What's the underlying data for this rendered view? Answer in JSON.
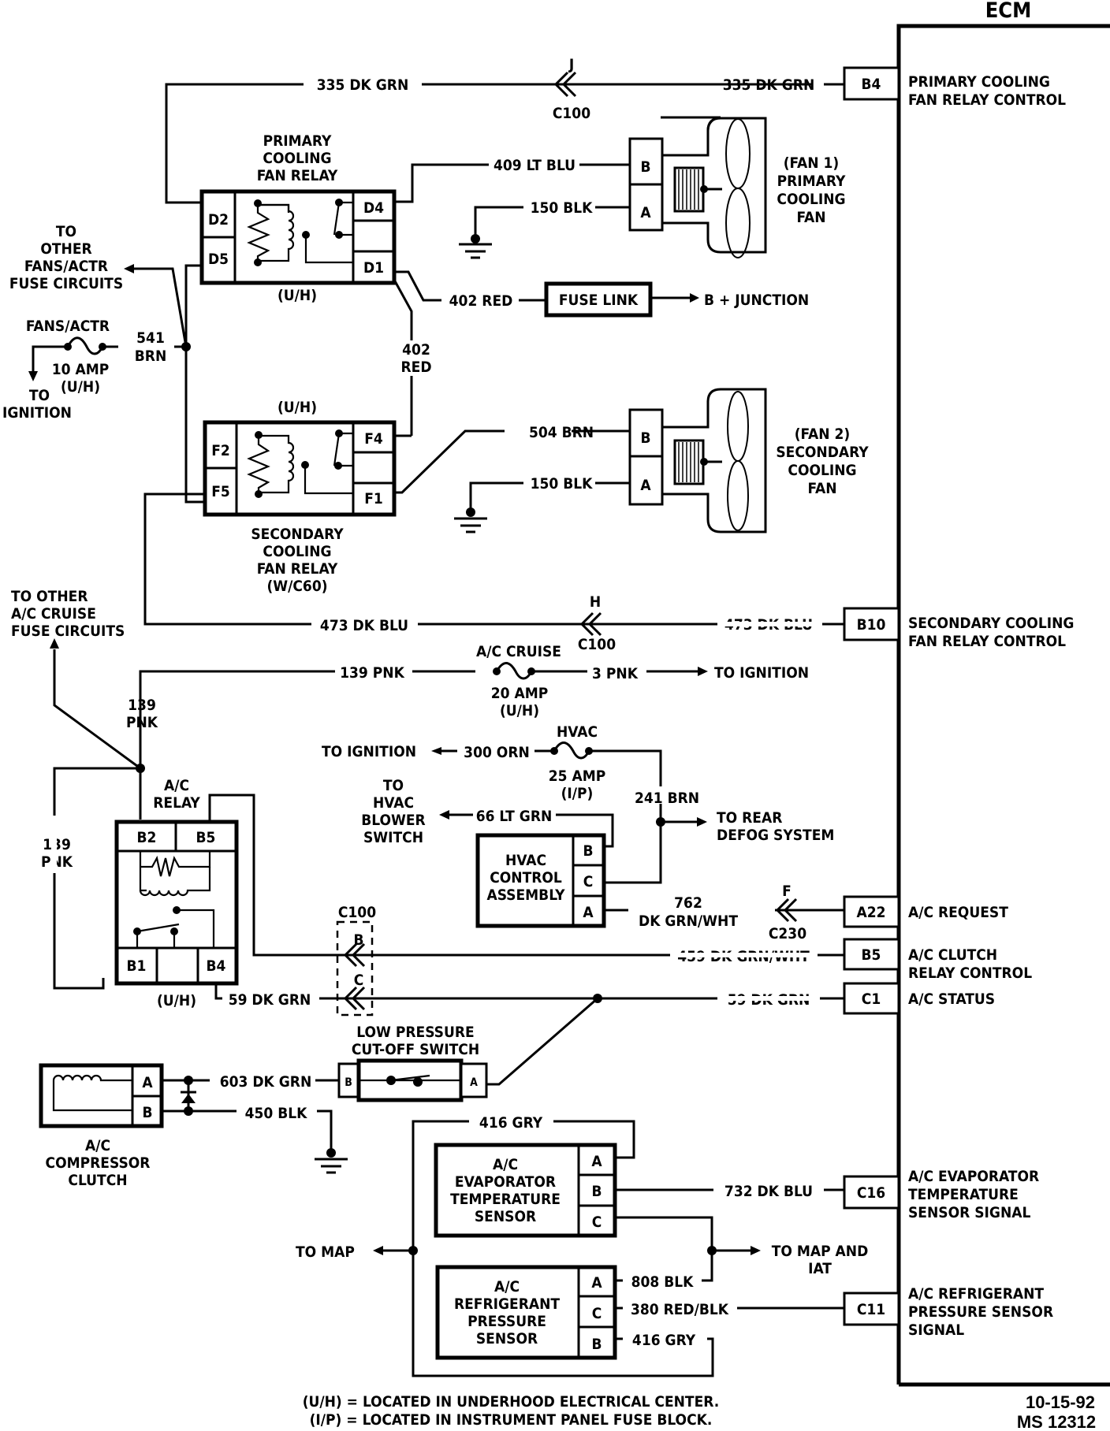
{
  "ecm": {
    "title": "ECM",
    "pins": [
      {
        "id": "B4",
        "label1": "PRIMARY COOLING",
        "label2": "FAN RELAY CONTROL",
        "label3": ""
      },
      {
        "id": "B10",
        "label1": "SECONDARY COOLING",
        "label2": "FAN RELAY CONTROL",
        "label3": ""
      },
      {
        "id": "A22",
        "label1": "A/C REQUEST",
        "label2": "",
        "label3": ""
      },
      {
        "id": "B5",
        "label1": "A/C CLUTCH",
        "label2": "RELAY CONTROL",
        "label3": ""
      },
      {
        "id": "C1",
        "label1": "A/C STATUS",
        "label2": "",
        "label3": ""
      },
      {
        "id": "C16",
        "label1": "A/C EVAPORATOR",
        "label2": "TEMPERATURE",
        "label3": "SENSOR SIGNAL"
      },
      {
        "id": "C11",
        "label1": "A/C REFRIGERANT",
        "label2": "PRESSURE SENSOR",
        "label3": "SIGNAL"
      }
    ]
  },
  "wires": {
    "w335_left": "335 DK GRN",
    "w335_right": "335 DK GRN",
    "w409": "409 LT BLU",
    "w150_1": "150 BLK",
    "w402": "402 RED",
    "w402v_1": "402",
    "w402v_2": "RED",
    "w541_1": "541",
    "w541_2": "BRN",
    "w504": "504 BRN",
    "w150_2": "150 BLK",
    "w473_left": "473 DK BLU",
    "w473_right": "473 DK BLU",
    "w139": "139 PNK",
    "w139v_1": "139",
    "w139v_2": "PNK",
    "w139b_1": "139",
    "w139b_2": "PNK",
    "w3": "3 PNK",
    "w300": "300 ORN",
    "w66": "66 LT GRN",
    "w241": "241 BRN",
    "w762_1": "762",
    "w762_2": "DK GRN/WHT",
    "w459": "459 DK GRN/WHT",
    "w59_left": "59 DK GRN",
    "w59_right": "59 DK GRN",
    "w603": "603 DK GRN",
    "w450": "450 BLK",
    "w416_top": "416 GRY",
    "w732": "732 DK BLU",
    "w808": "808 BLK",
    "w380": "380 RED/BLK",
    "w416_bot": "416 GRY"
  },
  "connectors": {
    "c100_j": {
      "name": "C100",
      "cavity": "J"
    },
    "c100_h": {
      "name": "C100",
      "cavity": "H"
    },
    "c230_f": {
      "name": "C230",
      "cavity": "F"
    },
    "c100_bc": {
      "name": "C100",
      "cavity_b": "B",
      "cavity_c": "C"
    }
  },
  "components": {
    "primary_relay": {
      "l1": "PRIMARY",
      "l2": "COOLING",
      "l3": "FAN RELAY",
      "loc": "(U/H)",
      "pins": [
        "D2",
        "D5",
        "D4",
        "D1"
      ]
    },
    "secondary_relay": {
      "l1": "SECONDARY",
      "l2": "COOLING",
      "l3": "FAN RELAY",
      "l4": "(W/C60)",
      "loc": "(U/H)",
      "pins": [
        "F2",
        "F5",
        "F4",
        "F1"
      ]
    },
    "fan1": {
      "l1": "(FAN 1)",
      "l2": "PRIMARY",
      "l3": "COOLING",
      "l4": "FAN",
      "pins": [
        "B",
        "A"
      ]
    },
    "fan2": {
      "l1": "(FAN 2)",
      "l2": "SECONDARY",
      "l3": "COOLING",
      "l4": "FAN",
      "pins": [
        "B",
        "A"
      ]
    },
    "fuse_link": {
      "label": "FUSE LINK",
      "dest": "B + JUNCTION"
    },
    "fans_fuse": {
      "name": "FANS/ACTR",
      "rating": "10 AMP",
      "loc": "(U/H)"
    },
    "ac_cruise_fuse": {
      "name": "A/C CRUISE",
      "rating": "20 AMP",
      "loc": "(U/H)"
    },
    "hvac_fuse": {
      "name": "HVAC",
      "rating": "25 AMP",
      "loc": "(I/P)"
    },
    "ac_relay": {
      "l1": "A/C",
      "l2": "RELAY",
      "loc": "(U/H)",
      "pins": [
        "B2",
        "B5",
        "B1",
        "B4"
      ]
    },
    "hvac_control": {
      "l1": "HVAC",
      "l2": "CONTROL",
      "l3": "ASSEMBLY",
      "pins": [
        "B",
        "C",
        "A"
      ]
    },
    "low_pressure_switch": {
      "l1": "LOW PRESSURE",
      "l2": "CUT-OFF SWITCH",
      "pins": [
        "B",
        "A"
      ]
    },
    "compressor_clutch": {
      "l1": "A/C",
      "l2": "COMPRESSOR",
      "l3": "CLUTCH",
      "pins": [
        "A",
        "B"
      ]
    },
    "evap_sensor": {
      "l1": "A/C",
      "l2": "EVAPORATOR",
      "l3": "TEMPERATURE",
      "l4": "SENSOR",
      "pins": [
        "A",
        "B",
        "C"
      ]
    },
    "refrig_sensor": {
      "l1": "A/C",
      "l2": "REFRIGERANT",
      "l3": "PRESSURE",
      "l4": "SENSOR",
      "pins": [
        "A",
        "C",
        "B"
      ]
    }
  },
  "destinations": {
    "other_fans_1": "TO",
    "other_fans_2": "OTHER",
    "other_fans_3": "FANS/ACTR",
    "other_fans_4": "FUSE CIRCUITS",
    "to_ignition_fans_1": "TO",
    "to_ignition_fans_2": "IGNITION",
    "other_ac_1": "TO OTHER",
    "other_ac_2": "A/C CRUISE",
    "other_ac_3": "FUSE CIRCUITS",
    "to_ignition_3pnk": "TO IGNITION",
    "to_ignition_300": "TO IGNITION",
    "blower_1": "TO",
    "blower_2": "HVAC",
    "blower_3": "BLOWER",
    "blower_4": "SWITCH",
    "rear_defog_1": "TO  REAR",
    "rear_defog_2": "DEFOG SYSTEM",
    "to_map": "TO MAP",
    "to_map_iat_1": "TO MAP AND",
    "to_map_iat_2": "IAT"
  },
  "footer": {
    "note1": "(U/H) = LOCATED IN UNDERHOOD ELECTRICAL CENTER.",
    "note2": "(I/P) = LOCATED IN INSTRUMENT PANEL FUSE BLOCK.",
    "date": "10-15-92",
    "doc_id": "MS 12312"
  }
}
